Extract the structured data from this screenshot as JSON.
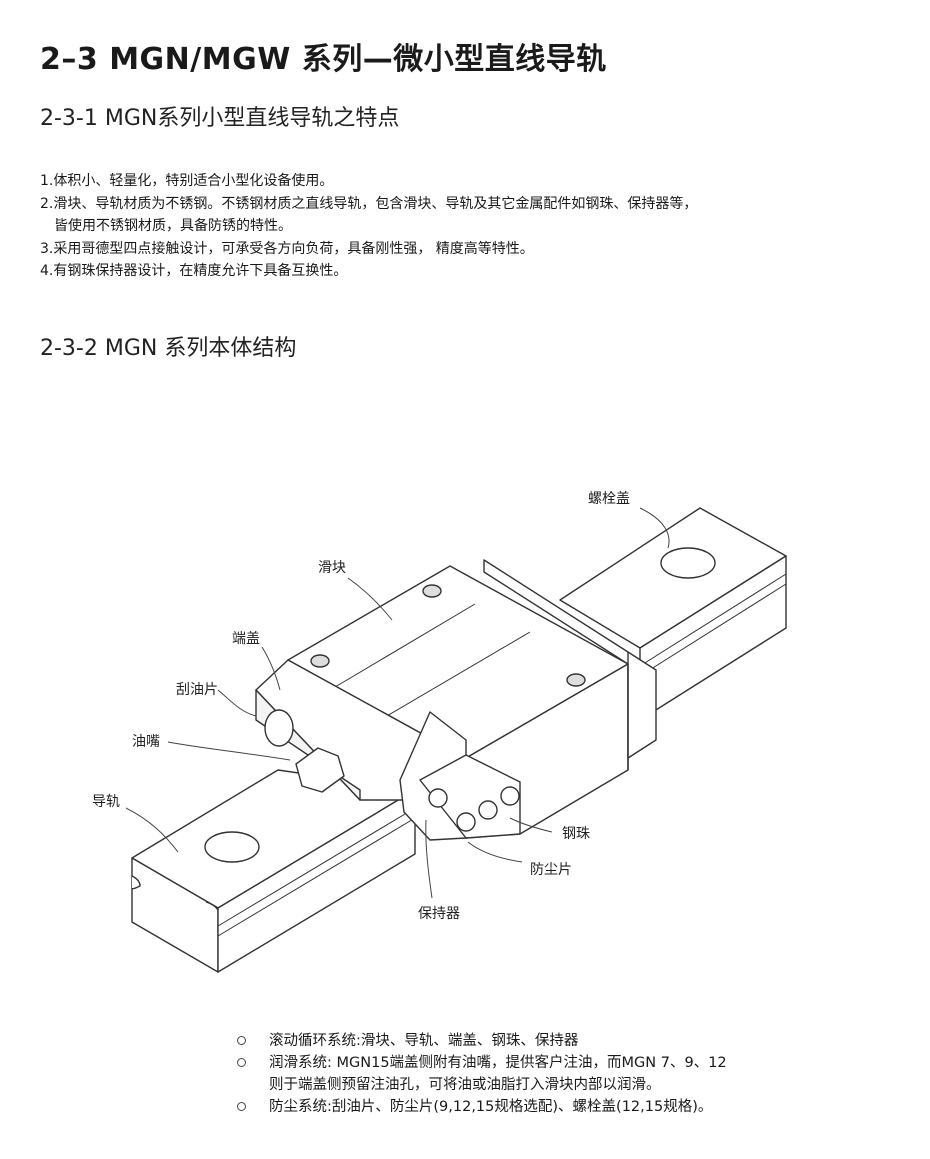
{
  "title": "2–3 MGN/MGW  系列—微小型直线导轨",
  "section1": {
    "heading": "2-3-1 MGN系列小型直线导轨之特点",
    "features": [
      "1.体积小、轻量化，特别适合小型化设备使用。",
      "2.滑块、导轨材质为不锈钢。不锈钢材质之直线导轨，包含滑块、导轨及其它金属配件如钢珠、保持器等，",
      "皆使用不锈钢材质，具备防锈的特性。",
      "3.采用哥德型四点接触设计，可承受各方向负荷，具备刚性强， 精度高等特性。",
      "4.有钢珠保持器设计，在精度允许下具备互换性。"
    ]
  },
  "section2": {
    "heading": "2-3-2 MGN 系列本体结构"
  },
  "diagram": {
    "labels": {
      "bolt_cap": "螺栓盖",
      "slider": "滑块",
      "end_cap": "端盖",
      "scraper": "刮油片",
      "oil_nozzle": "油嘴",
      "rail": "导轨",
      "steel_ball": "钢珠",
      "dust_seal": "防尘片",
      "retainer": "保持器"
    }
  },
  "notes": [
    "滚动循环系统:滑块、导轨、端盖、钢珠、保持器",
    "润滑系统: MGN15端盖侧附有油嘴，提供客户注油，而MGN 7、9、12",
    "则于端盖侧预留注油孔，可将油或油脂打入滑块内部以润滑。",
    "防尘系统:刮油片、防尘片(9,12,15规格选配)、螺栓盖(12,15规格)。"
  ]
}
